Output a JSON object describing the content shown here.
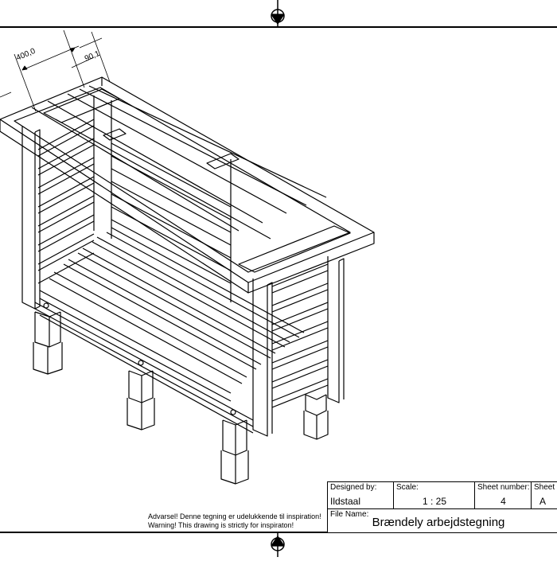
{
  "dimensions": {
    "width_dim": "400,0",
    "post_dim": "90,1"
  },
  "title_block": {
    "designed_by_label": "Designed by:",
    "designed_by_value": "Ildstaal",
    "scale_label": "Scale:",
    "scale_value": "1 : 25",
    "sheet_number_label": "Sheet number:",
    "sheet_number_value": "4",
    "sheet_size_label": "Sheet s",
    "sheet_size_value": "A",
    "file_name_label": "File Name:",
    "file_name_value": "Brændely arbejdstegning"
  },
  "warning": {
    "line1": "Advarsel! Denne tegning er udelukkende til inspiration!",
    "line2": "Warning! This drawing is strictly for inspiraton!"
  },
  "colors": {
    "line": "#000000",
    "paper": "#ffffff"
  }
}
